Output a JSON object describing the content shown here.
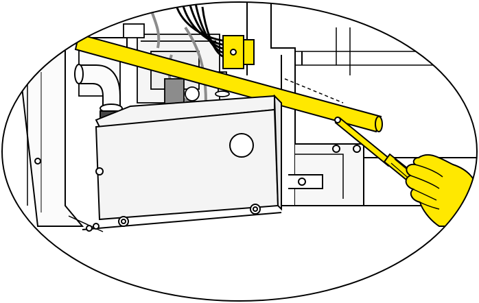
{
  "figure": {
    "style": "line-art service illustration",
    "highlight_color": "#FFE800",
    "ink_color": "#000000",
    "fill_light": "#f4f4f4",
    "fill_grey": "#8c8c8c",
    "background": "#ffffff"
  },
  "parts": {
    "main_box": {
      "icon": "rectangular-housing"
    },
    "wiring_harness": {
      "icon": "cable-bundle"
    },
    "connector": {
      "icon": "yellow-connector-block"
    },
    "yellow_rod": {
      "icon": "highlighted-rod"
    },
    "elbow_fitting": {
      "icon": "pipe-elbow"
    },
    "screwdriver": {
      "icon": "screwdriver"
    },
    "hand": {
      "icon": "gloved-hand"
    }
  }
}
